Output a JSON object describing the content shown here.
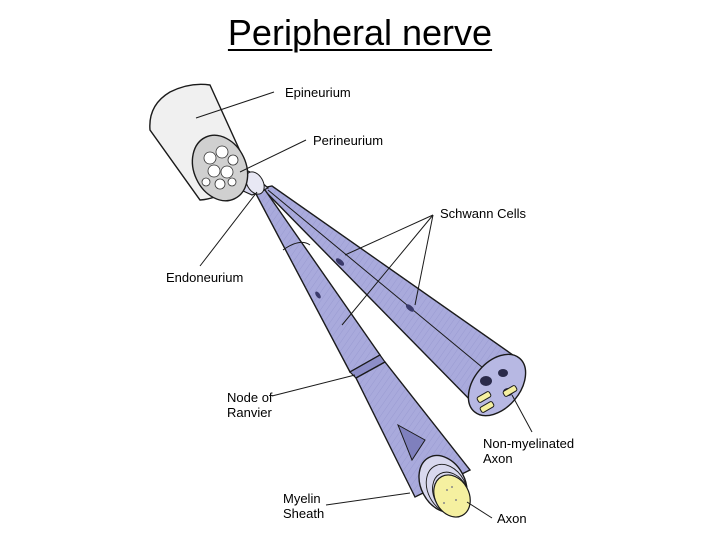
{
  "title": "Peripheral nerve",
  "labels": {
    "epineurium": "Epineurium",
    "perineurium": "Perineurium",
    "schwann_cells": "Schwann Cells",
    "endoneurium": "Endoneurium",
    "node_of_ranvier_1": "Node of",
    "node_of_ranvier_2": "Ranvier",
    "non_myelinated_1": "Non-myelinated",
    "non_myelinated_2": "Axon",
    "myelin_1": "Myelin",
    "myelin_2": "Sheath",
    "axon": "Axon"
  },
  "colors": {
    "nerve_fill": "#a9aadc",
    "nerve_shadow": "#7f80bd",
    "axon_fill": "#f5f0a0",
    "epineurium_fill": "#f0f0f0",
    "outline": "#1a1a1a"
  }
}
